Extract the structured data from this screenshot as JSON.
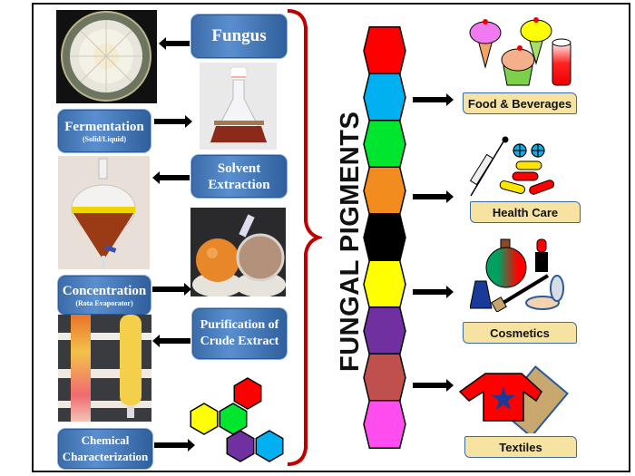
{
  "diagram": {
    "title": "FUNGAL PIGMENTS",
    "process_steps": [
      {
        "label": "Fungus",
        "sublabel": ""
      },
      {
        "label": "Fermentation",
        "sublabel": "(Solid/Liquid)"
      },
      {
        "label": "Solvent Extraction",
        "sublabel": ""
      },
      {
        "label": "Concentration",
        "sublabel": "(Rota Evaporator)"
      },
      {
        "label": "Purification of Crude Extract",
        "sublabel": ""
      },
      {
        "label": "Chemical Characterization",
        "sublabel": ""
      }
    ],
    "photos": [
      {
        "name": "fungus-petri-dish-photo",
        "depicts": "fungal colony on petri dish"
      },
      {
        "name": "fermentation-flask-photo",
        "depicts": "conical flask with fermentation broth"
      },
      {
        "name": "separating-funnel-photo",
        "depicts": "separating funnel with yellow and brown layers"
      },
      {
        "name": "rota-evaporator-flasks-photo",
        "depicts": "round-bottom flasks with concentrated extract"
      },
      {
        "name": "chromatography-columns-photo",
        "depicts": "glass columns with pigment bands"
      }
    ],
    "pigment_chain_colors": [
      "#ff0000",
      "#00b0f0",
      "#00e62e",
      "#f28c1e",
      "#000000",
      "#ffff00",
      "#7030a0",
      "#c0504d",
      "#ff4df0"
    ],
    "structure_hex_colors": [
      "#ff0000",
      "#ffff00",
      "#00e62e",
      "#7030a0",
      "#00b0f0"
    ],
    "applications": [
      {
        "label": "Food & Beverages",
        "icon": "ice-cream-and-drink-icon"
      },
      {
        "label": "Health Care",
        "icon": "syringe-and-pills-icon"
      },
      {
        "label": "Cosmetics",
        "icon": "cosmetics-icon"
      },
      {
        "label": "Textiles",
        "icon": "shirt-and-fabric-icon"
      }
    ],
    "colors": {
      "step_box": "#3b6ba8",
      "brace": "#c00000",
      "banner_fill": "#f7e3a1",
      "banner_border": "#3c6aa3"
    }
  }
}
